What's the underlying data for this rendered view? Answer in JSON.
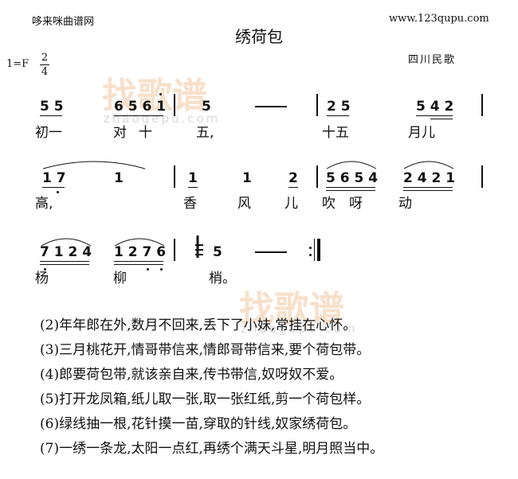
{
  "header": {
    "site_left": "哆来咪曲谱网",
    "site_right": "www.123qupu.com",
    "title": "绣荷包",
    "key": "1=F",
    "meter_top": "2",
    "meter_bottom": "4",
    "origin": "四川民歌"
  },
  "watermark": {
    "main": "找歌谱",
    "sub": "zhaogepu.com"
  },
  "score": {
    "row1": {
      "notes": [
        "5 5",
        "6 5 6 1",
        "5",
        "2 5",
        "5 4 2"
      ],
      "lyrics": [
        "初一",
        "对",
        "十",
        "五,",
        "十五",
        "月儿"
      ]
    },
    "row2": {
      "notes": [
        "1 7",
        "1",
        "1",
        "1",
        "2",
        "5 6 5 4",
        "2 4 2 1"
      ],
      "lyrics": [
        "高,",
        "香",
        "风",
        "儿",
        "吹",
        "呀",
        "动"
      ]
    },
    "row3": {
      "notes": [
        "7 1 2 4",
        "1 2 7 6",
        "5"
      ],
      "lyrics": [
        "杨",
        "柳",
        "梢。"
      ]
    }
  },
  "verses": [
    "(2)年年郎在外,数月不回来,丢下了小妹,常挂在心怀。",
    "(3)三月桃花开,情哥带信来,情郎哥带信来,要个荷包带。",
    "(4)郎要荷包带,就该亲自来,传书带信,奴呀奴不爱。",
    "(5)打开龙凤箱,纸儿取一张,取一张红纸,剪一个荷包样。",
    "(6)绿线抽一根,花针摸一苗,穿取的针线,奴家绣荷包。",
    "(7)一绣一条龙,太阳一点红,再绣个满天斗星,明月照当中。"
  ]
}
